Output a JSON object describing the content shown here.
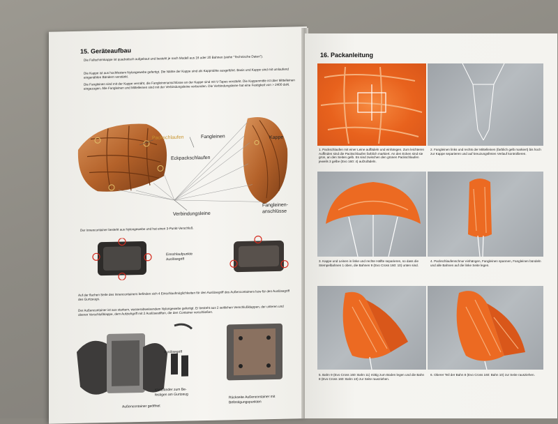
{
  "left_page": {
    "title": "15. Geräteaufbau",
    "para1": "Die Fallschirmkappe ist quadratisch aufgebaut und besteht je nach Modell aus 16 oder 20 Bahnen (siehe \"Technische Daten\").",
    "para2": "Die Kappe ist aus hochfestem Nylongewebe gefertigt. Die Nähte der Kappe sind als Kappnähte ausgeführt. Basis und Kappe sind mit umlaufend eingenähten Bändern verstärkt.",
    "para3": "Die Fangleinen sind mit der Kappe vernäht, die Fangleinenanschlüsse an der Kappe sind mit V-Tapes verstärkt. Die Kappenmitte ist über Mittelleinen eingezogen. Alle Fangleinen und Mittelleinen sind mit der Verbindungsleine verbunden. Die Verbindungsleine hat eine Festigkeit von > 2400 daN.",
    "diagram_labels": {
      "packschlaufen": "Packschlaufen",
      "fangleinen": "Fangleinen",
      "kappe": "Kappe",
      "eckpackschlaufen": "Eckpackschlaufen",
      "verbindungsleine": "Verbindungsleine",
      "fangleinen_anschluesse_1": "Fangleinen-",
      "fangleinen_anschluesse_2": "anschlüsse"
    },
    "inner_container_text": "Der Innencontainer besteht aus Nylongewebe und hat einen 3-Punkt-Verschluß.",
    "einschlaufpunkte_1": "Einschlaufpunkte",
    "einschlaufpunkte_2": "Auslösegriff",
    "para4": "Auf der flachen Seite des Innencontainers befinden sich 4 Einschlaufmöglichkeiten für den Auslösegriff des Außencontainers bzw für den Auslösegriff des Gurtzeugs.",
    "para5": "Der Außencontainer ist aus starkem, wasserabweisendem Nylongewebe gefertigt. Er besteht aus 2 seitlichen Verschlußklappen, der unteren und oberen Verschlußklappe, dem Aufziehgriff mit 2 Auslösestiften, die den Container verschließen.",
    "ausloesegriff": "Auslösegriff",
    "klettbaender_1": "Klettbänder zum Be-",
    "klettbaender_2": "festigen am Gurtzeug",
    "aussencontainer": "Außencontainer geöffnet",
    "rueckseite_1": "Rückseite Außencontainer mit",
    "rueckseite_2": "Befestigungspunkten"
  },
  "right_page": {
    "title": "16. Packanleitung",
    "captions": [
      "1. Packschlaufen mit einer Leine auffädeln und einhängen. Zum leichteren Auffinden sind die Packschlaufen farblich markiert. An den Ecken sind sie grün, an den Seiten gelb. Es sind zwischen den grünen Packschlaufen jeweils 3 gelbe (Evo 160: 4) aufzufädeln.",
      "2. Fangleinen links und rechts der Mittelleinen (farblich gelb markiert) bis hoch zur Kappe separieren und auf kreuzungsfreien Verlauf kontrollieren.",
      "3. Kappe und Leinen in linke und rechte Hälfte separieren, so dass die Stempelbahnen 1 oben, die Bahnen 9 (Evo Cross 160: 10) unten sind.",
      "4. Packschlaufenschnur einhängen, Fangleinen spannen, Fangleinen bündeln und alle Bahnen auf die linke Seite legen.",
      "5. Bahn 9 (Evo Cross 160: Bahn 11) mittig zum Boden legen und die Bahn 8 (Evo Cross 160: Bahn 10) zur Seite rausziehen.",
      "6. Oberer Teil der Bahn 8 (Evo Cross 160: Bahn 10) zur Seite rausziehen."
    ]
  },
  "colors": {
    "canopy_orange": "#f2691f",
    "canopy_brown": "#b86a2e",
    "page": "#f4f3ef",
    "marker_red": "#d42a1e"
  }
}
